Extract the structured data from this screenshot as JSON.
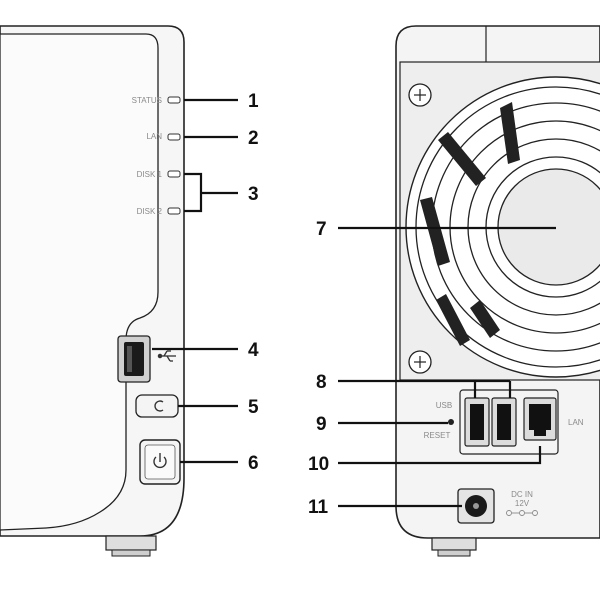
{
  "front_panel": {
    "led_labels": {
      "status": "STATUS",
      "lan": "LAN",
      "disk1": "DISK 1",
      "disk2": "DISK 2"
    }
  },
  "rear_panel": {
    "usb_label": "USB",
    "reset_label": "RESET",
    "lan_label": "LAN",
    "dc_in_line1": "DC IN",
    "dc_in_line2": "12V"
  },
  "callouts": [
    "1",
    "2",
    "3",
    "4",
    "5",
    "6",
    "7",
    "8",
    "9",
    "10",
    "11"
  ],
  "icons": [
    "usb-symbol-icon",
    "copy-button-icon",
    "power-icon",
    "fan-icon",
    "screw-icon",
    "ethernet-port-icon",
    "dc-polarity-icon"
  ]
}
